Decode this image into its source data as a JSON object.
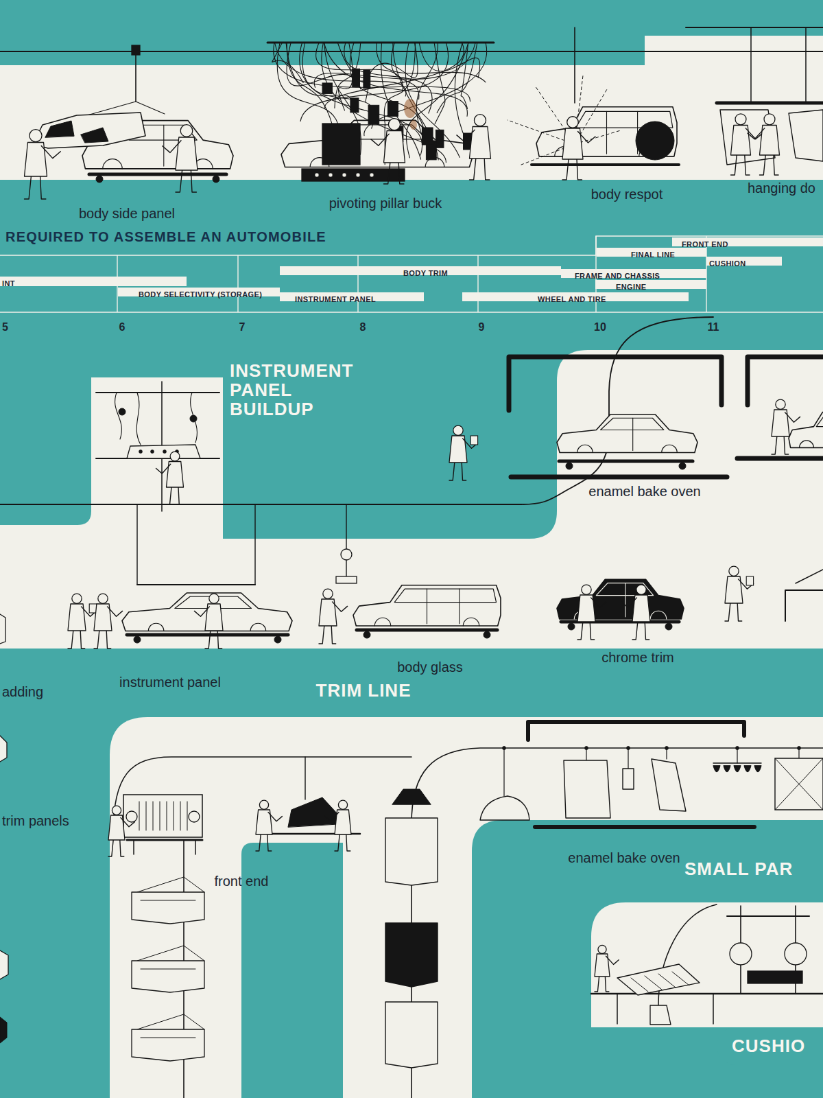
{
  "diagram": {
    "title": "REQUIRED TO ASSEMBLE AN AUTOMOBILE",
    "nodes": [
      {
        "text": [
          "FRONT END"
        ]
      },
      {
        "text": [
          "FINAL LINE"
        ]
      },
      {
        "text": [
          "CUSHION"
        ]
      },
      {
        "text": [
          "BODY TRIM"
        ]
      },
      {
        "text": [
          "FRAME AND CHASSIS"
        ]
      },
      {
        "text": [
          "INT"
        ]
      },
      {
        "text": [
          "ENGINE"
        ]
      },
      {
        "text": [
          "BODY SELECTIVITY (STORAGE)"
        ]
      },
      {
        "text": [
          "INSTRUMENT PANEL"
        ]
      },
      {
        "text": [
          "WHEEL AND TIRE"
        ]
      },
      {
        "text": [
          "CUSHIO"
        ]
      }
    ],
    "labels": [
      "body side panel",
      "pivoting pillar buck",
      "body respot",
      "hanging do",
      "5",
      "6",
      "7",
      "8",
      "9",
      "10",
      "11",
      "INSTRUMENT PANEL BUILDUP",
      "enamel bake oven",
      "adding",
      "instrument panel",
      "body glass",
      "chrome trim",
      "TRIM LINE",
      "trim panels",
      "front end",
      "enamel bake oven",
      "SMALL PAR"
    ]
  }
}
